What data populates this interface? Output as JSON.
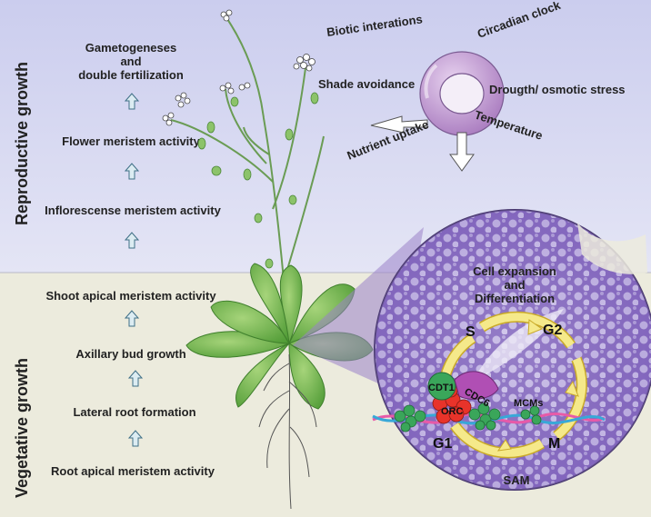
{
  "sections": {
    "reproductive": "Reproductive growth",
    "vegetative": "Vegetative growth"
  },
  "reproductive_stages": [
    "Gametogeneses",
    "and",
    "double fertilization",
    "Flower meristem activity",
    "Inflorescense meristem activity"
  ],
  "vegetative_stages": [
    "Shoot apical meristem activity",
    "Axillary bud growth",
    "Lateral root formation",
    "Root apical meristem activity"
  ],
  "factors": [
    "Biotic interations",
    "Circadian clock",
    "Shade avoidance",
    "Drougth/ osmotic stress",
    "Nutrient uptake",
    "Temperature"
  ],
  "cell_cycle": {
    "note_lines": [
      "Cell expansion",
      "and",
      "Differentiation"
    ],
    "phases": {
      "s": "S",
      "g2": "G2",
      "g1": "G1",
      "m": "M"
    },
    "molecules": {
      "cdt1": "CDT1",
      "cdc6": "CDC6",
      "orc": "ORC",
      "mcms": "MCMs"
    },
    "tissue_label": "SAM"
  },
  "colors": {
    "top_bg": "#d9dbf0",
    "bottom_bg": "#ecebdd",
    "ring": "#c9a3d8",
    "leaf": "#6fb24a",
    "cycle_arrow": "#f5e98a",
    "orc": "#e8332a",
    "mcm": "#3aa65a",
    "cdc6": "#b04fb4"
  }
}
